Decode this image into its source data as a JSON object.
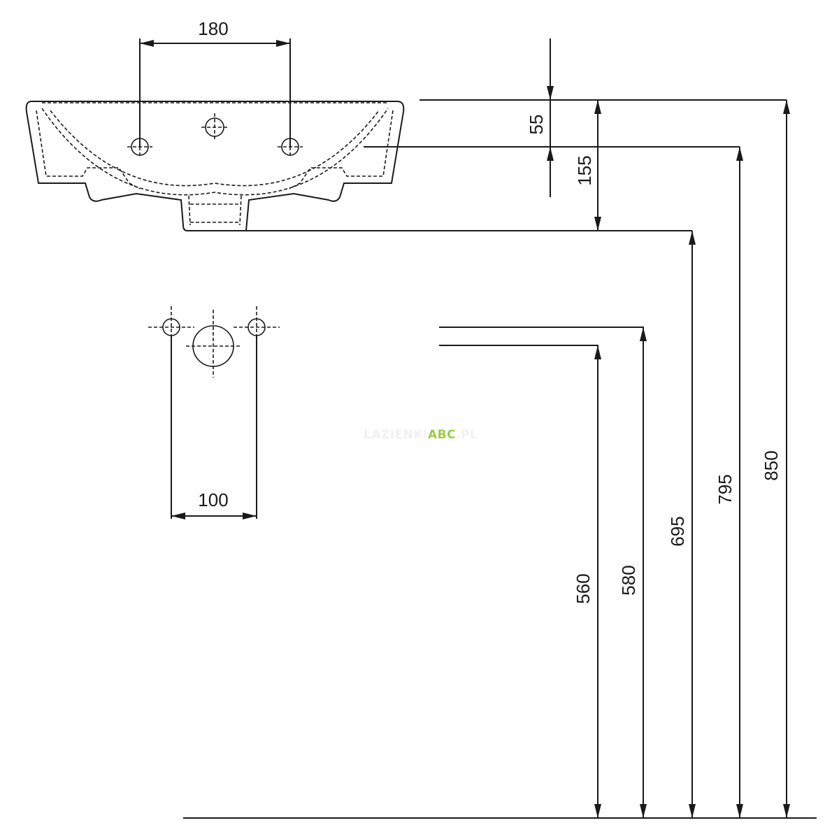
{
  "dimensions": {
    "tap_hole_spacing": "180",
    "rim_to_overflow": "55",
    "basin_depth": "155",
    "fixing_spacing": "100",
    "height_560": "560",
    "height_580": "580",
    "height_695": "695",
    "height_795": "795",
    "height_850": "850"
  },
  "watermark": {
    "prefix": "LAZIENKI",
    "brand": "ABC",
    "suffix": ".PL"
  },
  "colors": {
    "line": "#1a1a1a",
    "watermark_brand": "#9ccc4a"
  }
}
